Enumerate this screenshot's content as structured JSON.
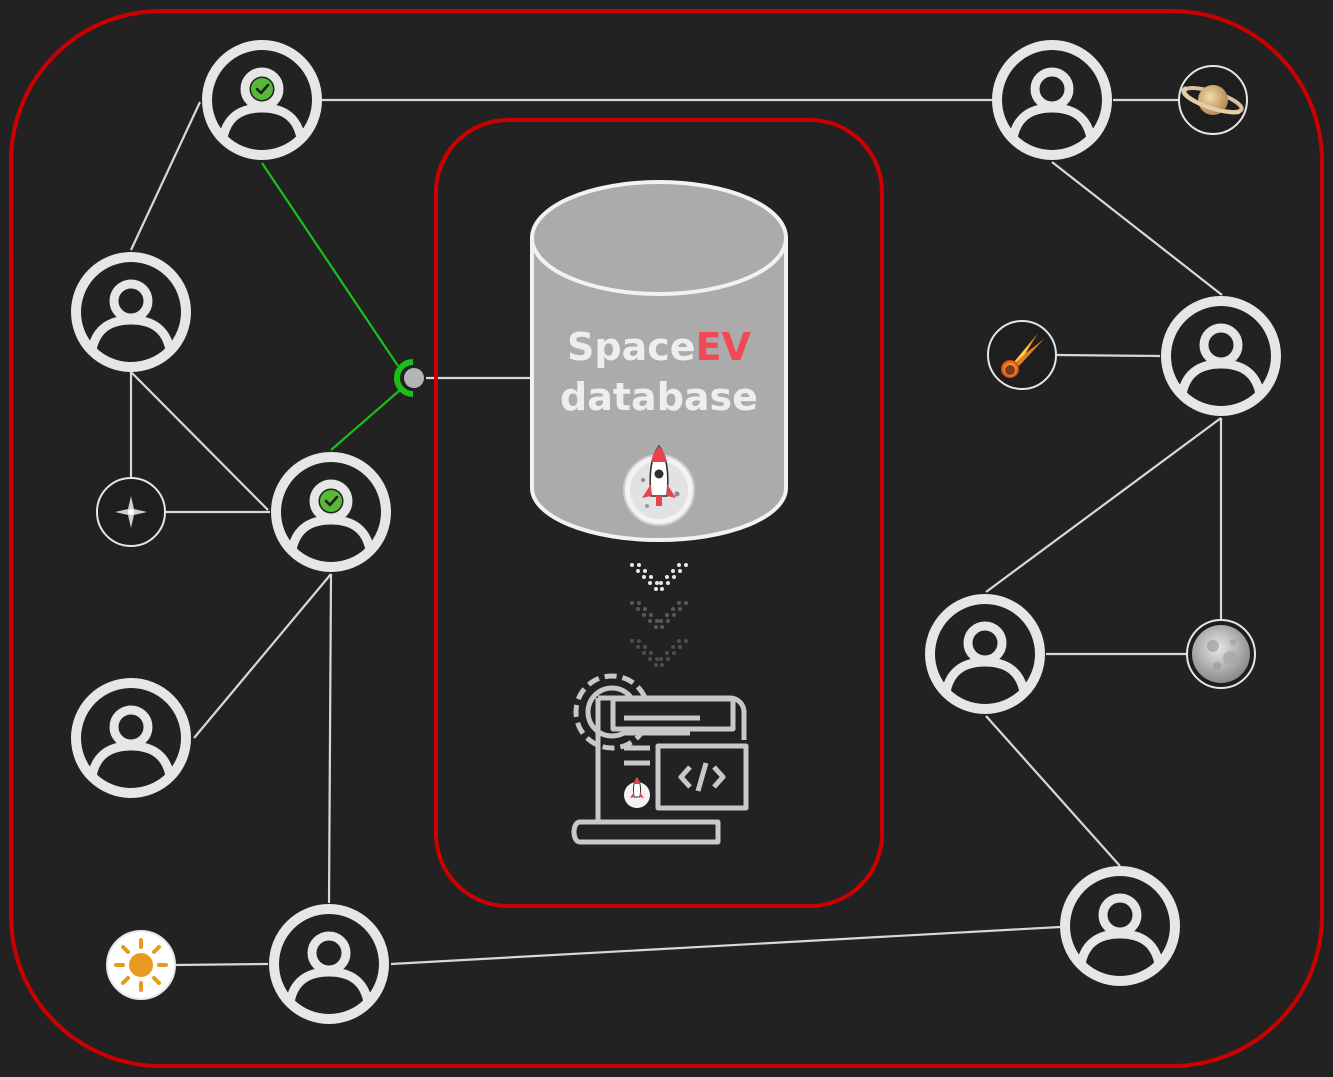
{
  "database": {
    "title_prefix": "Space",
    "title_accent": "EV",
    "title_line2": "database",
    "logo": "rocket-logo"
  },
  "colors": {
    "background": "#222222",
    "outer_border": "#cc0000",
    "inner_border": "#cc0000",
    "node_stroke": "#e6e6e6",
    "edge": "#d8d8d8",
    "active_edge": "#19c019",
    "check_badge": "#59b83a",
    "database_fill": "#ababab",
    "title_accent": "#f04a55",
    "sun": "#e89a20"
  },
  "nodes": [
    {
      "id": "user-1",
      "verified": true
    },
    {
      "id": "user-2",
      "verified": false
    },
    {
      "id": "user-3",
      "verified": true
    },
    {
      "id": "user-4",
      "verified": false
    },
    {
      "id": "user-5",
      "verified": false
    },
    {
      "id": "user-6",
      "verified": false
    },
    {
      "id": "user-7",
      "verified": false
    },
    {
      "id": "user-8",
      "verified": false
    },
    {
      "id": "user-9",
      "verified": false
    }
  ],
  "celestial_icons": [
    "saturn-icon",
    "comet-icon",
    "star-icon",
    "moon-icon",
    "sun-icon"
  ],
  "flow_arrows": 3,
  "output_icon": "code-document-gear-icon"
}
